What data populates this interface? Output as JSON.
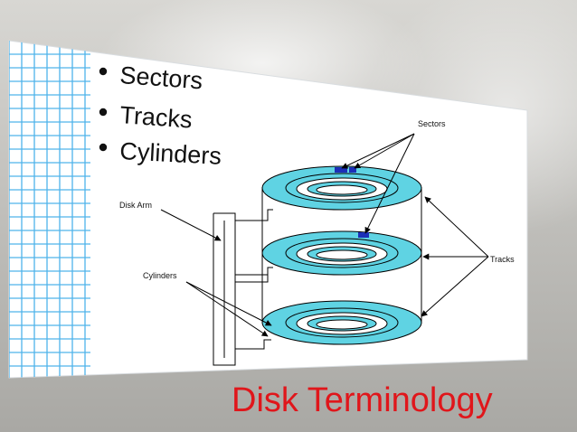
{
  "bullets": [
    "Sectors",
    "Tracks",
    "Cylinders"
  ],
  "diagram": {
    "labels": {
      "sectors": "Sectors",
      "disk_arm": "Disk Arm",
      "tracks": "Tracks",
      "cylinders": "Cylinders"
    },
    "platter_color": "#5fd3e3",
    "sector_color": "#1c2fb8",
    "line_color": "#000000"
  },
  "caption": "Disk Terminology",
  "colors": {
    "caption": "#e0161b",
    "grid": "#4fb3ea",
    "slide_background": "#ffffff"
  }
}
